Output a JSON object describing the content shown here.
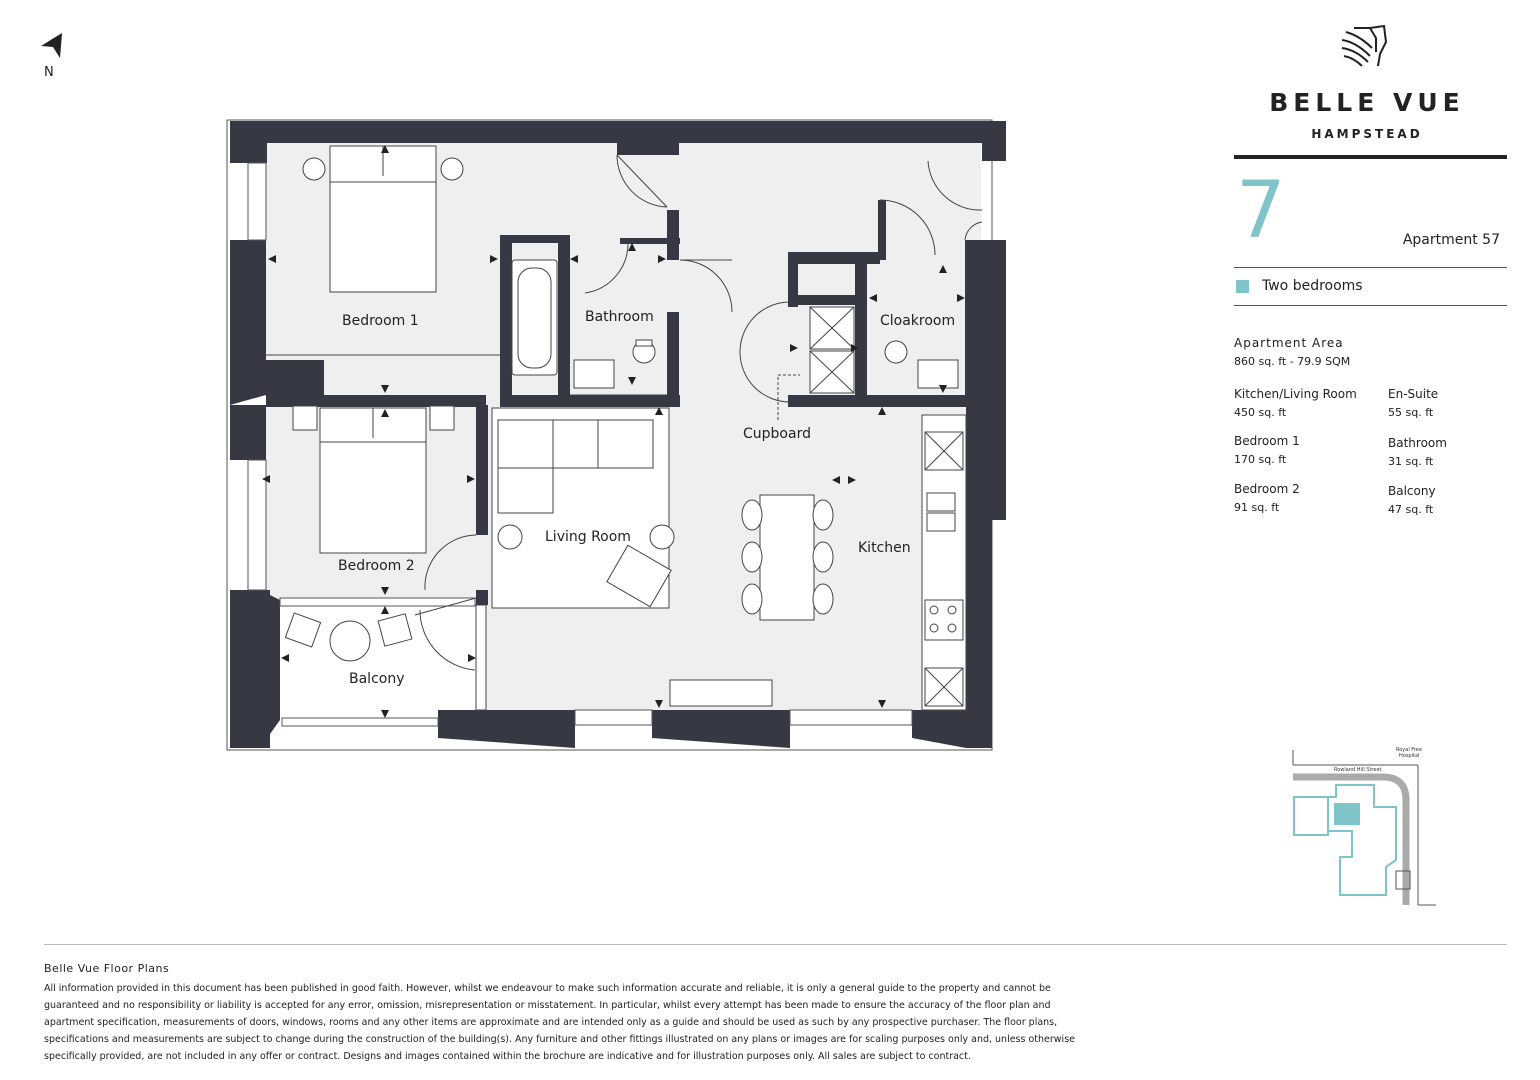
{
  "north": {
    "label": "N"
  },
  "brand": {
    "name": "BELLE VUE",
    "location": "HAMPSTEAD"
  },
  "apartment": {
    "floor": "7",
    "name": "Apartment 57",
    "bedrooms": "Two bedrooms",
    "accent_color": "#7fc4c9"
  },
  "area": {
    "title": "Apartment Area",
    "value": "860 sq. ft - 79.9 SQM"
  },
  "rooms": [
    {
      "name": "Kitchen/Living Room",
      "area": "450 sq. ft"
    },
    {
      "name": "En-Suite",
      "area": "55 sq. ft"
    },
    {
      "name": "Bedroom 1",
      "area": "170 sq. ft"
    },
    {
      "name": "Bathroom",
      "area": "31 sq. ft"
    },
    {
      "name": "Bedroom 2",
      "area": "91 sq. ft"
    },
    {
      "name": "Balcony",
      "area": "47 sq. ft"
    }
  ],
  "plan_labels": {
    "bedroom1": "Bedroom 1",
    "bathroom": "Bathroom",
    "cloakroom": "Cloakroom",
    "cupboard": "Cupboard",
    "living_room": "Living Room",
    "kitchen": "Kitchen",
    "bedroom2": "Bedroom 2",
    "balcony": "Balcony"
  },
  "site_plan": {
    "label_hospital_1": "Royal Free",
    "label_hospital_2": "Hospital",
    "label_street": "Rowland Hill Street"
  },
  "footer": {
    "title": "Belle Vue Floor Plans",
    "disclaimer": "All information provided in this document has been published in good faith. However, whilst we endeavour to make such information accurate and reliable, it is only a general guide to the property and cannot be guaranteed and no responsibility or liability is accepted for any error, omission, misrepresentation or misstatement. In particular, whilst every attempt has been made to ensure the accuracy of the floor plan and apartment specification, measurements of doors, windows, rooms and any other items are approximate and are intended only as a guide and should be used as such by any prospective purchaser. The floor plans, specifications and measurements are subject to change during the construction of the building(s). Any furniture and other fittings illustrated on any plans or images are for scaling purposes only and, unless otherwise specifically provided, are not included in any offer or contract. Designs and images contained within the brochure are indicative and for illustration purposes only. All sales are subject to contract."
  },
  "colors": {
    "wall": "#363944",
    "floor": "#efefef",
    "accent": "#7fc4c9"
  }
}
